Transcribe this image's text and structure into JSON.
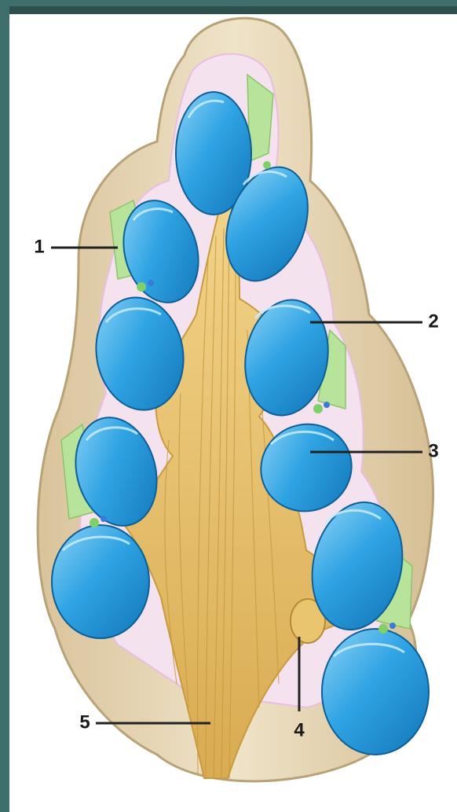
{
  "callouts": {
    "c1": "1",
    "c2": "2",
    "c3": "3",
    "c4": "4",
    "c5": "5"
  },
  "colors": {
    "frame": "#3e6f6c",
    "shell": "#e6d6b4",
    "shell_edge": "#b8a277",
    "membrane": "#efc9e6",
    "hair_cell": "#2f9fe0",
    "hair_cell_light": "#7cc8f2",
    "stria": "#b7e39a",
    "nerve": "#e9c66e",
    "nerve_dark": "#c89b3f"
  }
}
